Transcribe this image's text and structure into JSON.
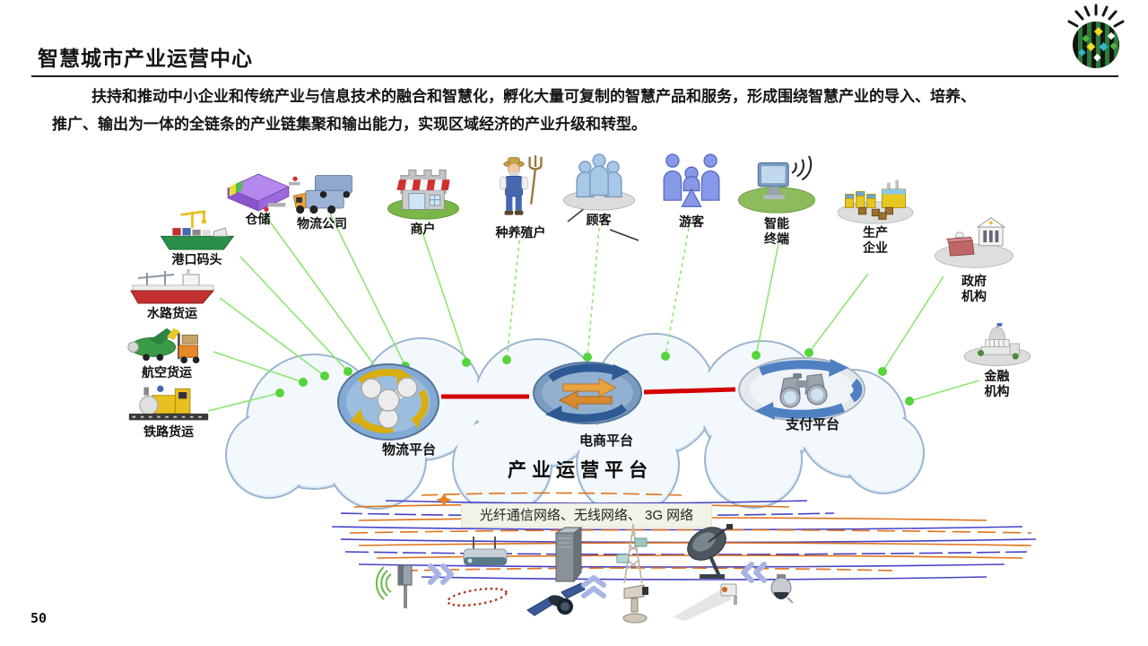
{
  "slide": {
    "title": "智慧城市产业运营中心",
    "body_line1": "扶持和推动中小企业和传统产业与信息技术的融合和智慧化，孵化大量可复制的智慧产品和服务，形成围绕智慧产业的导入、培养、",
    "body_line2": "推广、输出为一体的全链条的产业链集聚和输出能力，实现区域经济的产业升级和转型。",
    "page_number": "50"
  },
  "entities": [
    {
      "id": "warehouse",
      "label": "仓储"
    },
    {
      "id": "logistics-company",
      "label": "物流公司"
    },
    {
      "id": "port-dock",
      "label": "港口码头"
    },
    {
      "id": "water-freight",
      "label": "水路货运"
    },
    {
      "id": "air-freight",
      "label": "航空货运"
    },
    {
      "id": "rail-freight",
      "label": "铁路货运"
    },
    {
      "id": "merchant",
      "label": "商户"
    },
    {
      "id": "farmer",
      "label": "种养殖户"
    },
    {
      "id": "customer",
      "label": "顾客"
    },
    {
      "id": "tourist",
      "label": "游客"
    },
    {
      "id": "smart-terminal",
      "label": "智能\n终端"
    },
    {
      "id": "manufacturer",
      "label": "生产\n企业"
    },
    {
      "id": "government",
      "label": "政府\n机构"
    },
    {
      "id": "financial",
      "label": "金融\n机构"
    }
  ],
  "platforms": [
    {
      "id": "logistics-platform",
      "label": "物流平台"
    },
    {
      "id": "ecommerce-platform",
      "label": "电商平台"
    },
    {
      "id": "payment-platform",
      "label": "支付平台"
    }
  ],
  "cloud": {
    "label": "产业运营平台"
  },
  "network": {
    "label": "光纤通信网络、无线网络、 3G 网络"
  },
  "colors": {
    "connector_green": "#8ce673",
    "connector_dot": "#55d43c",
    "platform_link_red": "#d40000",
    "network_orange": "#e0731a",
    "network_blue": "#4743c6"
  }
}
